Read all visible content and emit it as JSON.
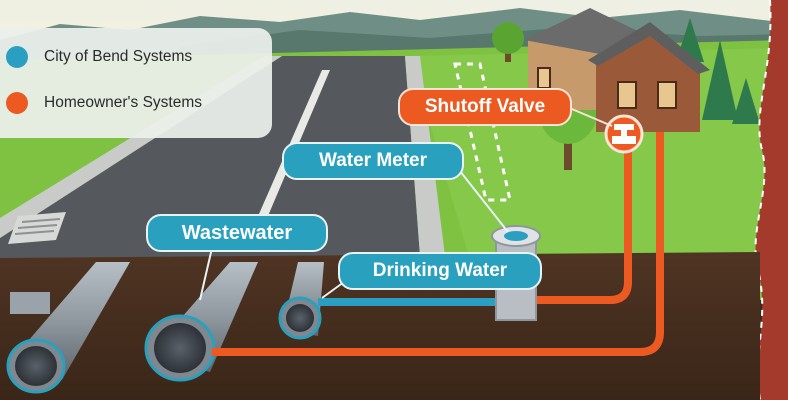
{
  "legend": {
    "items": [
      {
        "label": "City of Bend Systems",
        "color": "#2b9fc2"
      },
      {
        "label": "Homeowner's Systems",
        "color": "#ec5a22"
      }
    ]
  },
  "labels": {
    "wastewater": "Wastewater",
    "water_meter": "Water Meter",
    "drinking_water": "Drinking Water",
    "shutoff_valve": "Shutoff Valve"
  },
  "colors": {
    "city_blue": "#2b9fc2",
    "homeowner_orange": "#ec5a22",
    "soil": "#4b3120",
    "grass": "#7fc241",
    "road": "#55585c",
    "property_line": "#a33a2c"
  }
}
